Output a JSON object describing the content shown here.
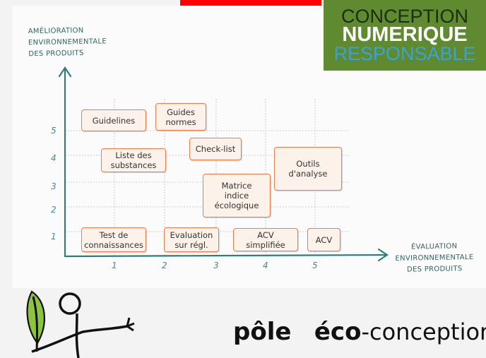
{
  "colors": {
    "accent_red": "#ff0000",
    "logo_green_bg": "#5f8a2f",
    "logo_line1": "#1a2e10",
    "logo_line2": "#ffffff",
    "logo_line3": "#3aa3d5",
    "axis_teal": "#2f7d78",
    "box_border": "#e57f4e",
    "box_fill": "#fcf2e9",
    "leaf_green": "#8cc43f"
  },
  "logo": {
    "line1": "CONCEPTION",
    "line2": "NUMERIQUE",
    "line3": "RESPONSABLE"
  },
  "diagram": {
    "y_axis_title": [
      "AMÉLIORATION",
      "ENVIRONNEMENTALE",
      "DES PRODUITS"
    ],
    "x_axis_title": [
      "ÉVALUATION",
      "ENVIRONNEMENTALE",
      "DES PRODUITS"
    ],
    "x_ticks": [
      "1",
      "2",
      "3",
      "4",
      "5"
    ],
    "y_ticks": [
      "1",
      "2",
      "3",
      "4",
      "5"
    ],
    "boxes": [
      {
        "label": "Guidelines"
      },
      {
        "label": "Guides normes"
      },
      {
        "label": "Check-list"
      },
      {
        "label": "Liste des substances"
      },
      {
        "label": "Outils d'analyse"
      },
      {
        "label": "Matrice indice écologique"
      },
      {
        "label": "Test de connaissances"
      },
      {
        "label": "Evaluation sur régl."
      },
      {
        "label": "ACV simplifiée"
      },
      {
        "label": "ACV"
      }
    ]
  },
  "footer": {
    "logo_word1": "pôle",
    "logo_word2": "éco",
    "logo_word3": "-conception"
  }
}
